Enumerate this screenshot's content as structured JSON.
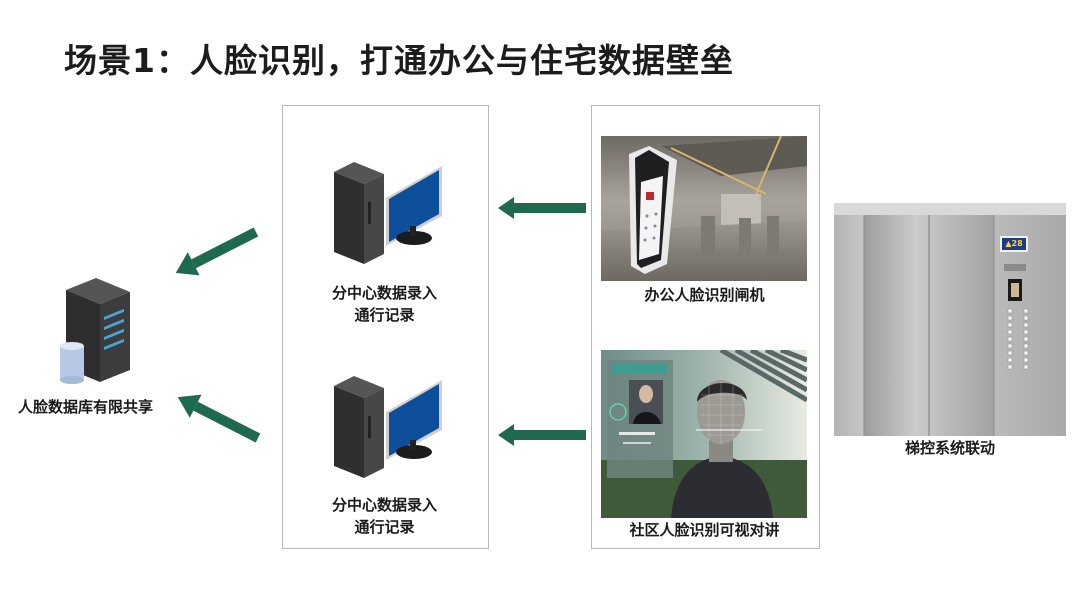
{
  "title": "场景1：人脸识别，打通办公与住宅数据壁垒",
  "database": {
    "icon": "database-server-icon",
    "label": "人脸数据库有限共享"
  },
  "subcenters": [
    {
      "icon": "desktop-computer-icon",
      "label_line1": "分中心数据录入",
      "label_line2": "通行记录"
    },
    {
      "icon": "desktop-computer-icon",
      "label_line1": "分中心数据录入",
      "label_line2": "通行记录"
    }
  ],
  "devices": [
    {
      "image": "office-face-recognition-gate-photo",
      "label": "办公人脸识别闸机"
    },
    {
      "image": "community-face-recognition-intercom-photo",
      "label": "社区人脸识别可视对讲"
    }
  ],
  "elevator": {
    "image": "elevator-photo",
    "display_arrow": "▲",
    "display_floor": "28",
    "label": "梯控系统联动"
  },
  "arrows": [
    {
      "name": "arrow-subcenter1-to-database",
      "direction": "left"
    },
    {
      "name": "arrow-subcenter2-to-database",
      "direction": "left"
    },
    {
      "name": "arrow-gate-to-subcenter1",
      "direction": "left"
    },
    {
      "name": "arrow-intercom-to-subcenter2",
      "direction": "left"
    }
  ],
  "colors": {
    "arrow": "#1f6a4e",
    "monitor_screen": "#0d4f9a",
    "server_body": "#3a3a3a"
  }
}
